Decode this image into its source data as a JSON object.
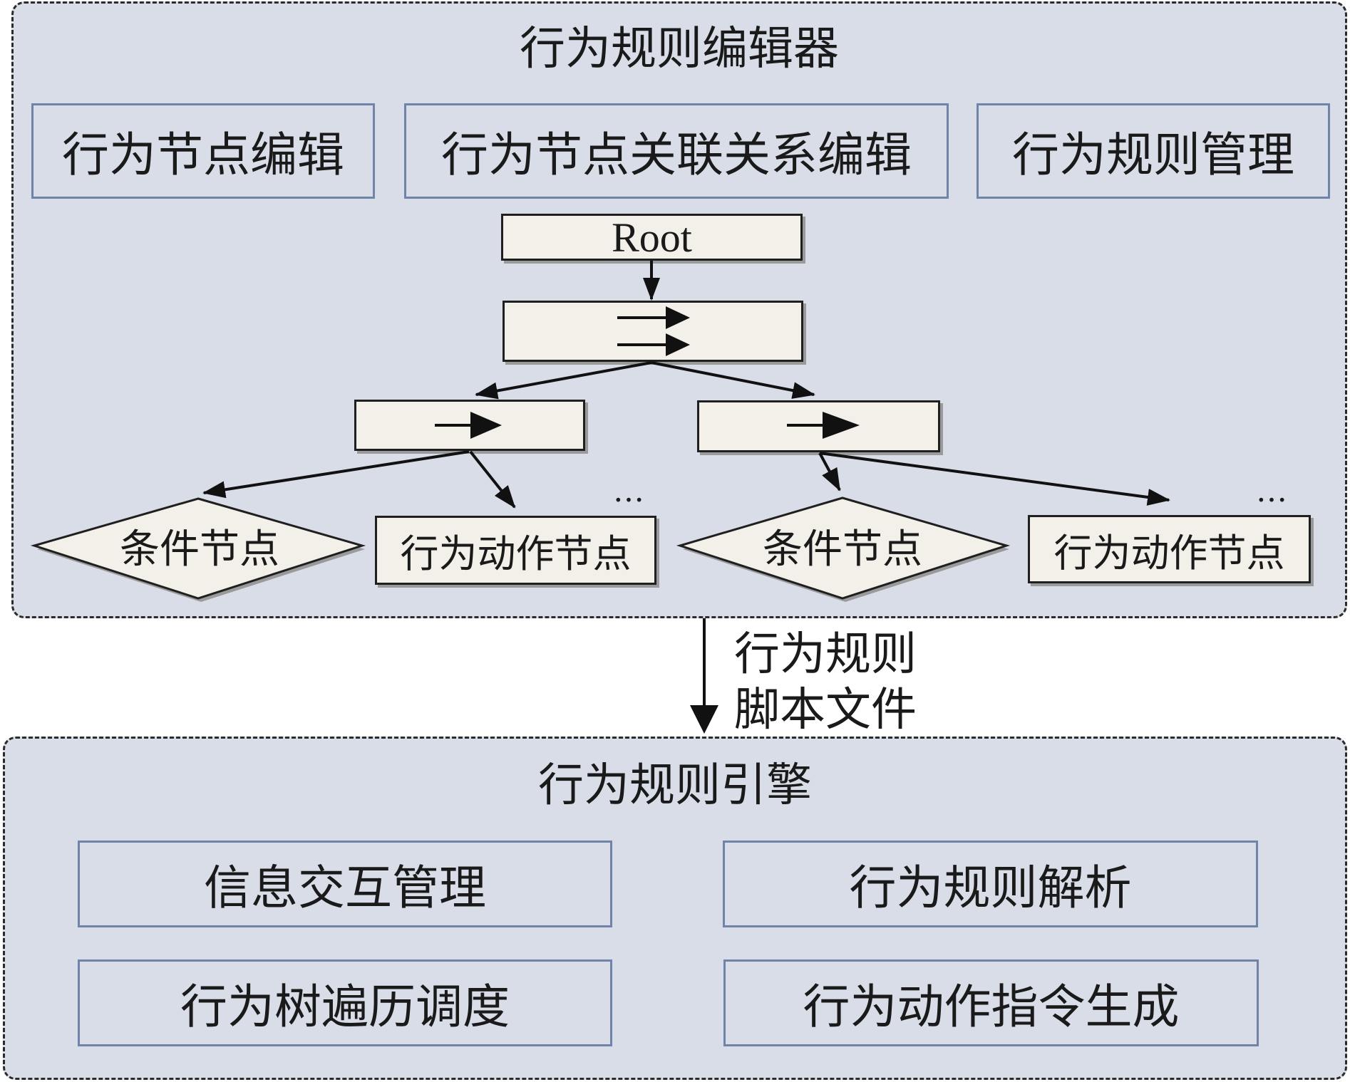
{
  "editor": {
    "title": "行为规则编辑器",
    "modules": [
      "行为节点编辑",
      "行为节点关联关系编辑",
      "行为规则管理"
    ],
    "tree": {
      "root_label": "Root",
      "condition_node_label": "条件节点",
      "action_node_label": "行为动作节点",
      "ellipsis": "…"
    }
  },
  "flow": {
    "label_line1": "行为规则",
    "label_line2": "脚本文件"
  },
  "engine": {
    "title": "行为规则引擎",
    "modules": [
      "信息交互管理",
      "行为规则解析",
      "行为树遍历调度",
      "行为动作指令生成"
    ]
  }
}
